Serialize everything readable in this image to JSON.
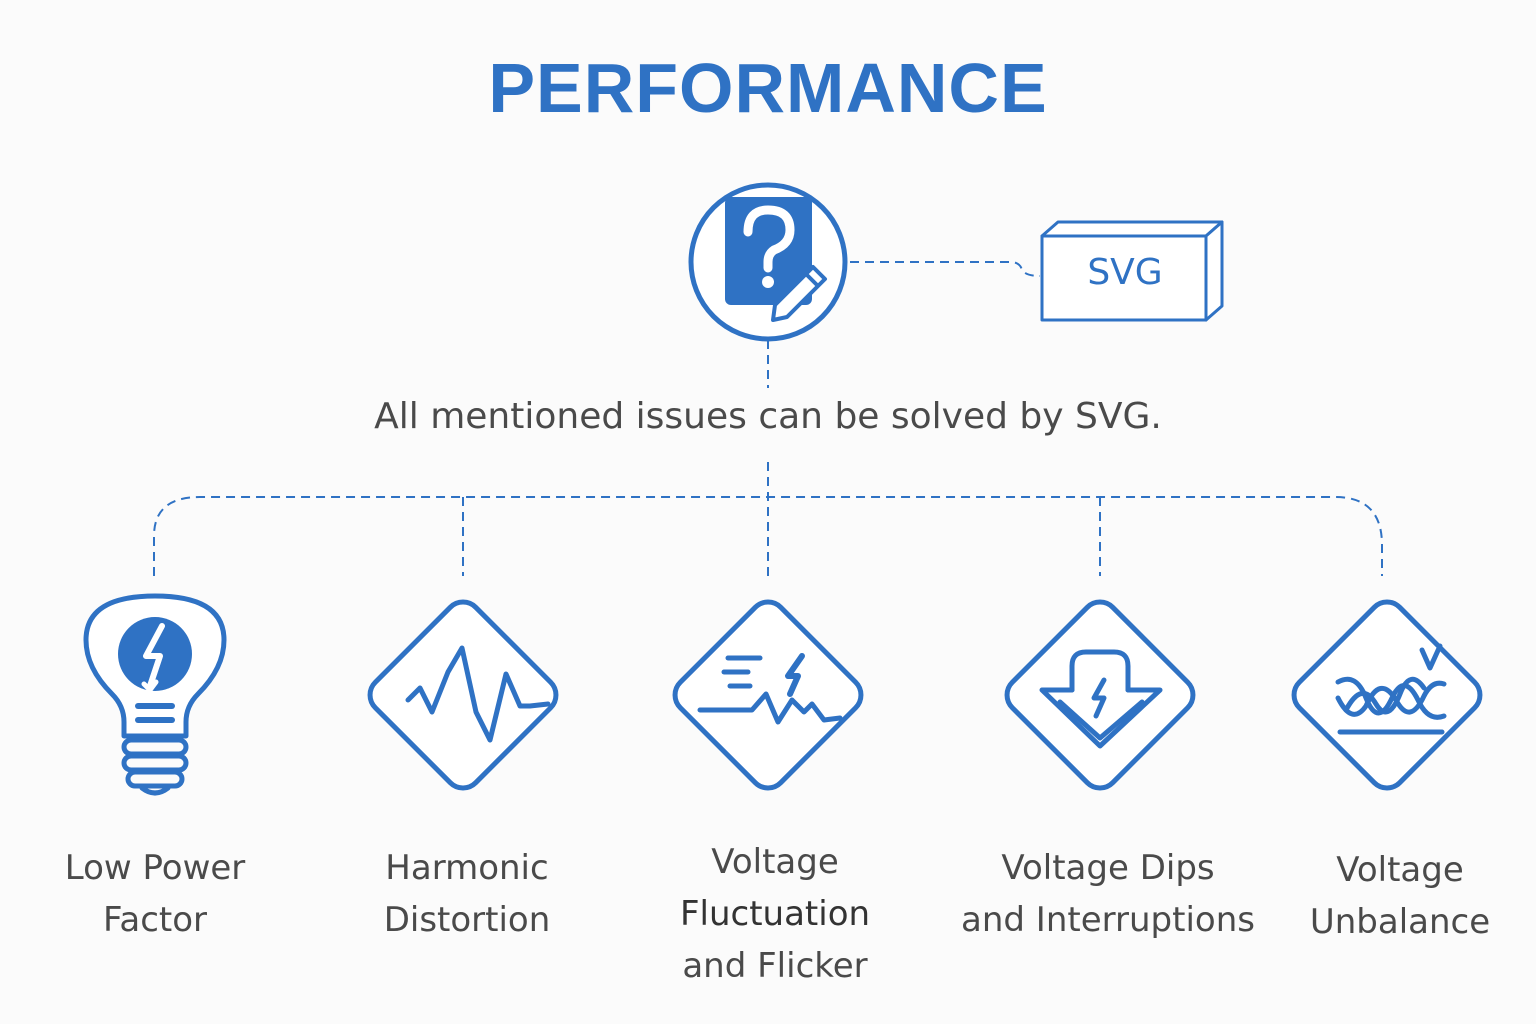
{
  "title": "PERFORMANCE",
  "caption": "All mentioned issues can be solved by SVG.",
  "solution_box": {
    "label": "SVG"
  },
  "colors": {
    "accent": "#2f72c4",
    "text": "#4a4a4a",
    "background": "#fbfbfb"
  },
  "items": [
    {
      "icon": "light-bulb-icon",
      "lines": [
        "Low Power",
        "Factor"
      ]
    },
    {
      "icon": "harmonic-wave-icon",
      "lines": [
        "Harmonic",
        "Distortion"
      ]
    },
    {
      "icon": "voltage-flicker-icon",
      "lines": [
        "Voltage",
        "Fluctuation",
        "and Flicker"
      ]
    },
    {
      "icon": "voltage-dip-icon",
      "lines": [
        "Voltage Dips",
        "and Interruptions"
      ]
    },
    {
      "icon": "voltage-unbalance-icon",
      "lines": [
        "Voltage",
        "Unbalance"
      ]
    }
  ]
}
